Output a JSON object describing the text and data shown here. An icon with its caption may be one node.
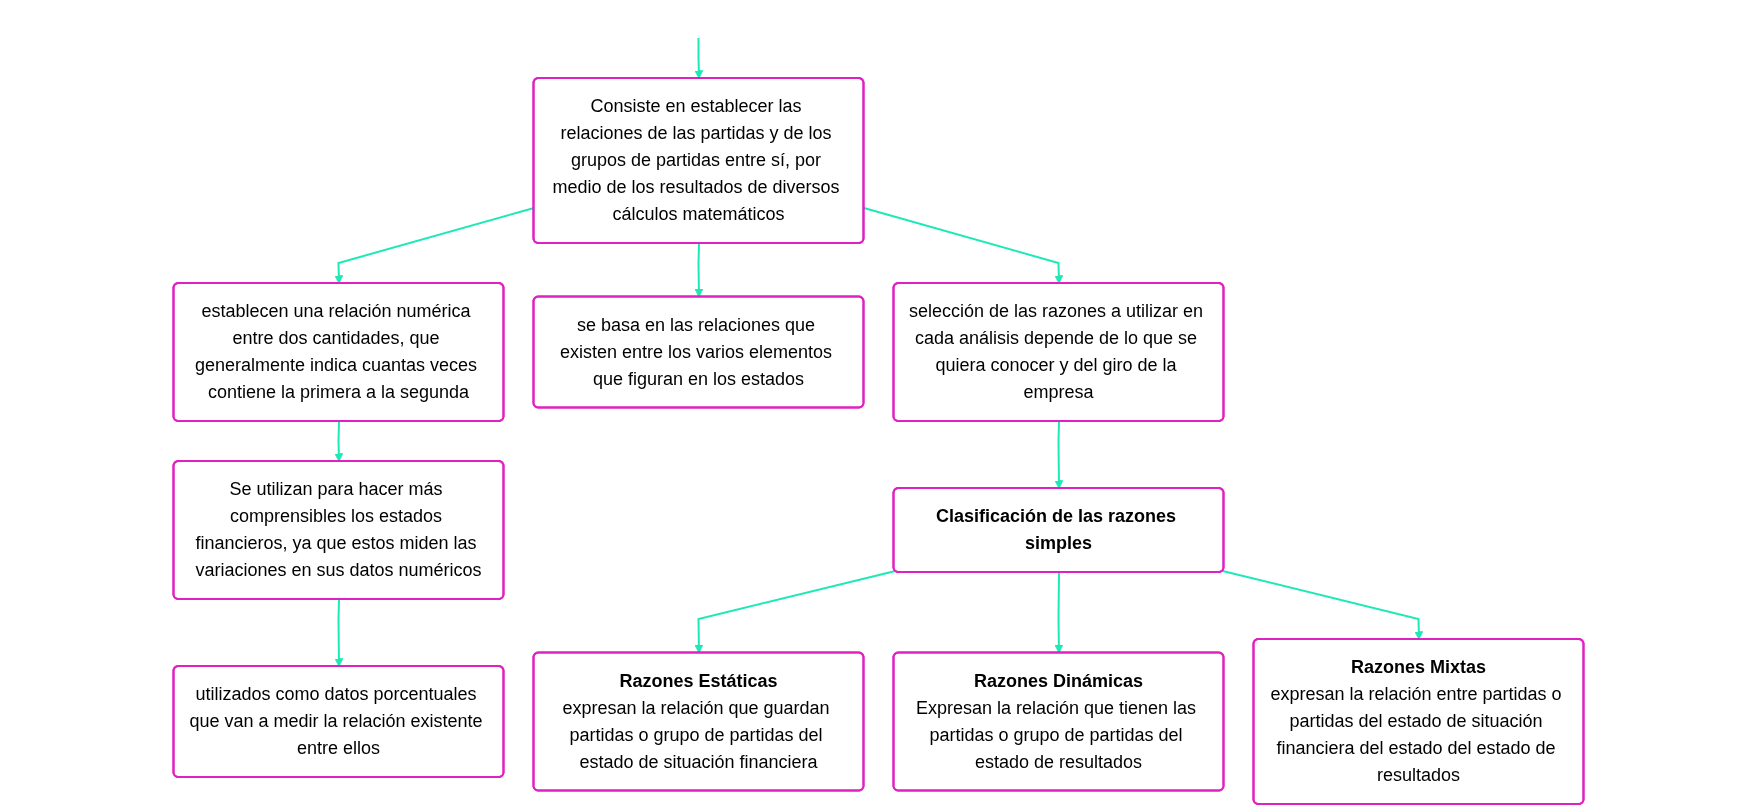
{
  "diagram": {
    "nodes": [
      {
        "text": [
          "Consiste en establecer las relaciones de las partidas y de los grupos de partidas entre sí, por medio de los resultados de diversos cálculos matemáticos"
        ]
      },
      {
        "text": [
          "establecen una relación numérica entre dos cantidades, que generalmente indica cuantas veces contiene la primera a la segunda"
        ]
      },
      {
        "text": [
          "se basa en las relaciones que existen entre los varios elementos que figuran en los estados"
        ]
      },
      {
        "text": [
          "Se utilizan para hacer más comprensibles los estados financieros, ya que estos miden las variaciones en sus datos numéricos"
        ]
      },
      {
        "text": [
          "utilizados como datos porcentuales que van a medir la relación existente entre ellos"
        ]
      },
      {
        "text": [
          "selección de las razones a utilizar en cada análisis depende de lo que se quiera conocer y del giro de la empresa"
        ]
      },
      {
        "text": [
          "Clasificación de las razones simples"
        ]
      },
      {
        "text": [
          "Razones Estáticas",
          "expresan la relación que guardan partidas o grupo de partidas del estado de situación financiera"
        ]
      },
      {
        "text": [
          "Razones Dinámicas",
          "Expresan la relación que tienen las partidas o grupo de partidas del estado de resultados"
        ]
      },
      {
        "text": [
          "Razones Mixtas",
          "expresan la relación entre partidas o partidas del estado de situación financiera del estado del estado de resultados"
        ]
      }
    ],
    "edges": [
      {
        "from": null,
        "to": 0,
        "arrow": "to"
      },
      {
        "from": 0,
        "to": 1,
        "arrow": "to"
      },
      {
        "from": 0,
        "to": 2,
        "arrow": "to"
      },
      {
        "from": 1,
        "to": 3,
        "arrow": "to"
      },
      {
        "from": 3,
        "to": 4,
        "arrow": "to"
      },
      {
        "from": 0,
        "to": 5,
        "arrow": "to"
      },
      {
        "from": 5,
        "to": 6,
        "arrow": "to"
      },
      {
        "from": 6,
        "to": 7,
        "arrow": "to"
      },
      {
        "from": 6,
        "to": 8,
        "arrow": "to"
      },
      {
        "from": 6,
        "to": 9,
        "arrow": "to"
      }
    ]
  }
}
